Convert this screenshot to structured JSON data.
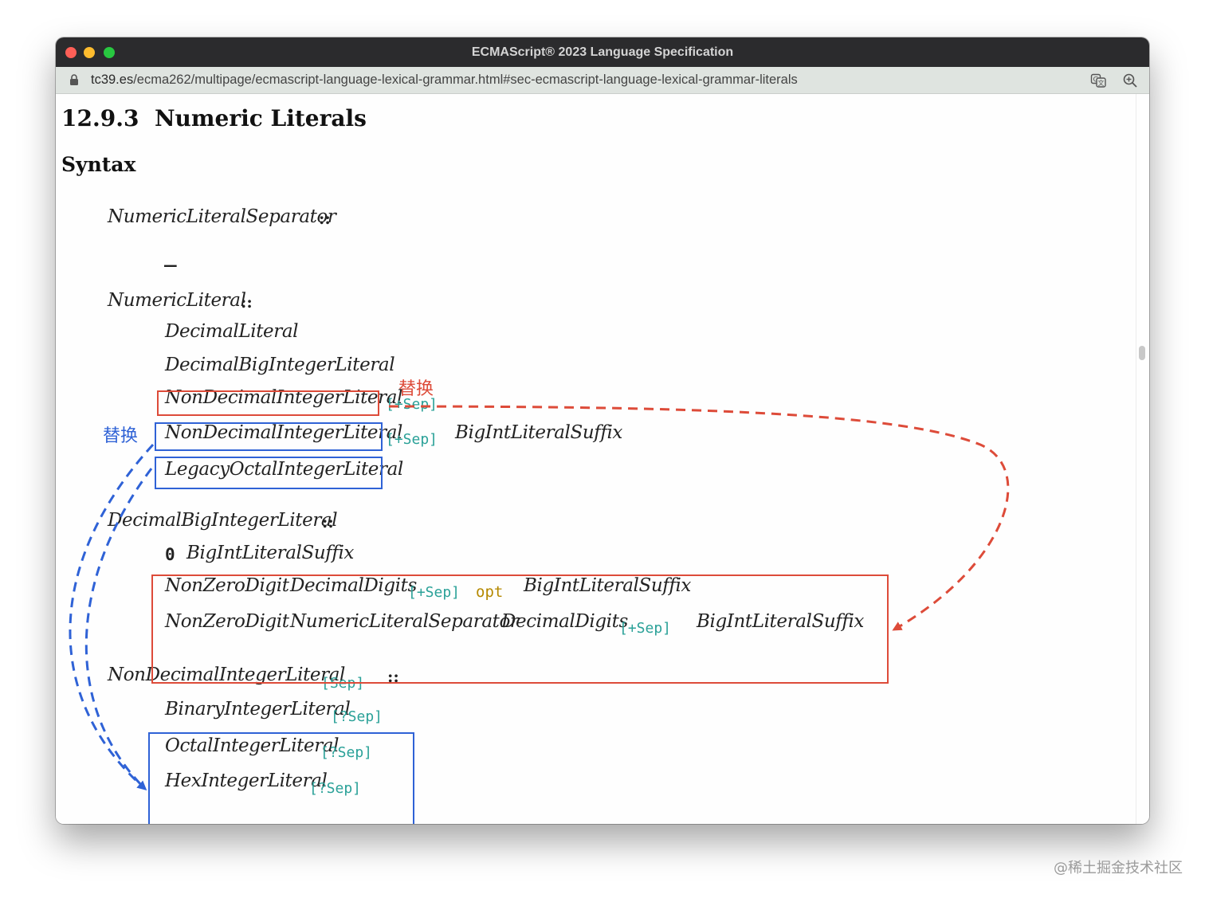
{
  "window": {
    "title": "ECMAScript® 2023 Language Specification"
  },
  "address_bar": {
    "domain": "tc39.es",
    "path": "/ecma262/multipage/ecmascript-language-lexical-grammar.html#sec-ecmascript-language-lexical-grammar-literals"
  },
  "toolbar_icons": [
    "translate-icon",
    "zoom-icon"
  ],
  "page": {
    "section_number": "12.9.3",
    "section_title": "Numeric Literals",
    "subheading": "Syntax",
    "productions": {
      "separator": {
        "lhs": "NumericLiteralSeparator",
        "colons": "::",
        "rhs": "_"
      },
      "numeric_literal": {
        "lhs": "NumericLiteral",
        "colons": "::",
        "rhs": [
          {
            "nt": "DecimalLiteral"
          },
          {
            "nt": "DecimalBigIntegerLiteral"
          },
          {
            "nt": "NonDecimalIntegerLiteral",
            "param": "[+Sep]"
          },
          {
            "nt": "NonDecimalIntegerLiteral",
            "param": "[+Sep]",
            "suffix": "BigIntLiteralSuffix"
          },
          {
            "nt": "LegacyOctalIntegerLiteral"
          }
        ]
      },
      "decimal_bigint": {
        "lhs": "DecimalBigIntegerLiteral",
        "colons": "::",
        "rhs": [
          {
            "terminal": "0",
            "nt": "BigIntLiteralSuffix"
          },
          {
            "nt1": "NonZeroDigit",
            "nt2": "DecimalDigits",
            "param": "[+Sep]",
            "opt": "opt",
            "nt3": "BigIntLiteralSuffix"
          },
          {
            "nt1": "NonZeroDigit",
            "nt2": "NumericLiteralSeparator",
            "nt3": "DecimalDigits",
            "param": "[+Sep]",
            "nt4": "BigIntLiteralSuffix"
          }
        ]
      },
      "non_decimal": {
        "lhs": "NonDecimalIntegerLiteral",
        "lhs_param": "[Sep]",
        "colons": "::",
        "rhs": [
          {
            "nt": "BinaryIntegerLiteral",
            "param": "[?Sep]"
          },
          {
            "nt": "OctalIntegerLiteral",
            "param": "[?Sep]"
          },
          {
            "nt": "HexIntegerLiteral",
            "param": "[?Sep]"
          }
        ]
      }
    }
  },
  "annotations": {
    "red_label": "替换",
    "blue_label": "替换",
    "red_color": "#dd4b39",
    "blue_color": "#2f62d6",
    "param_color": "#2aa198",
    "opt_color": "#b58900"
  },
  "watermark": "@稀土掘金技术社区"
}
